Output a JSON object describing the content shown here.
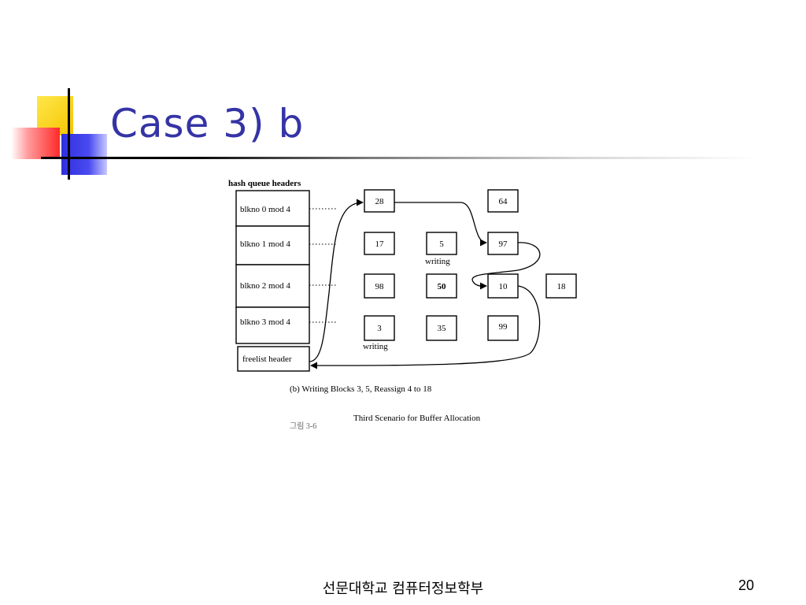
{
  "slide": {
    "title": "Case 3) b",
    "footer": "선문대학교 컴퓨터정보학부",
    "page_number": "20"
  },
  "colors": {
    "title": "#3434a6",
    "accent_yellow": "#f5c400",
    "accent_red": "#ff2a2a",
    "accent_blue": "#2f2fe0"
  },
  "diagram": {
    "heading": "hash queue headers",
    "queue_headers": [
      "blkno 0 mod 4",
      "blkno 1 mod 4",
      "blkno 2 mod 4",
      "blkno 3 mod 4"
    ],
    "freelist_label": "freelist header",
    "buffers": {
      "b28": "28",
      "b64": "64",
      "b17": "17",
      "b5": "5",
      "b97": "97",
      "b98": "98",
      "b50": "50",
      "b10": "10",
      "b18": "18",
      "b3": "3",
      "b35": "35",
      "b99": "99"
    },
    "writing_label": "writing",
    "caption": "(b) Writing Blocks 3, 5, Reassign 4 to 18",
    "figure_number": "그림 3-6",
    "figure_caption": "Third Scenario for Buffer Allocation"
  }
}
